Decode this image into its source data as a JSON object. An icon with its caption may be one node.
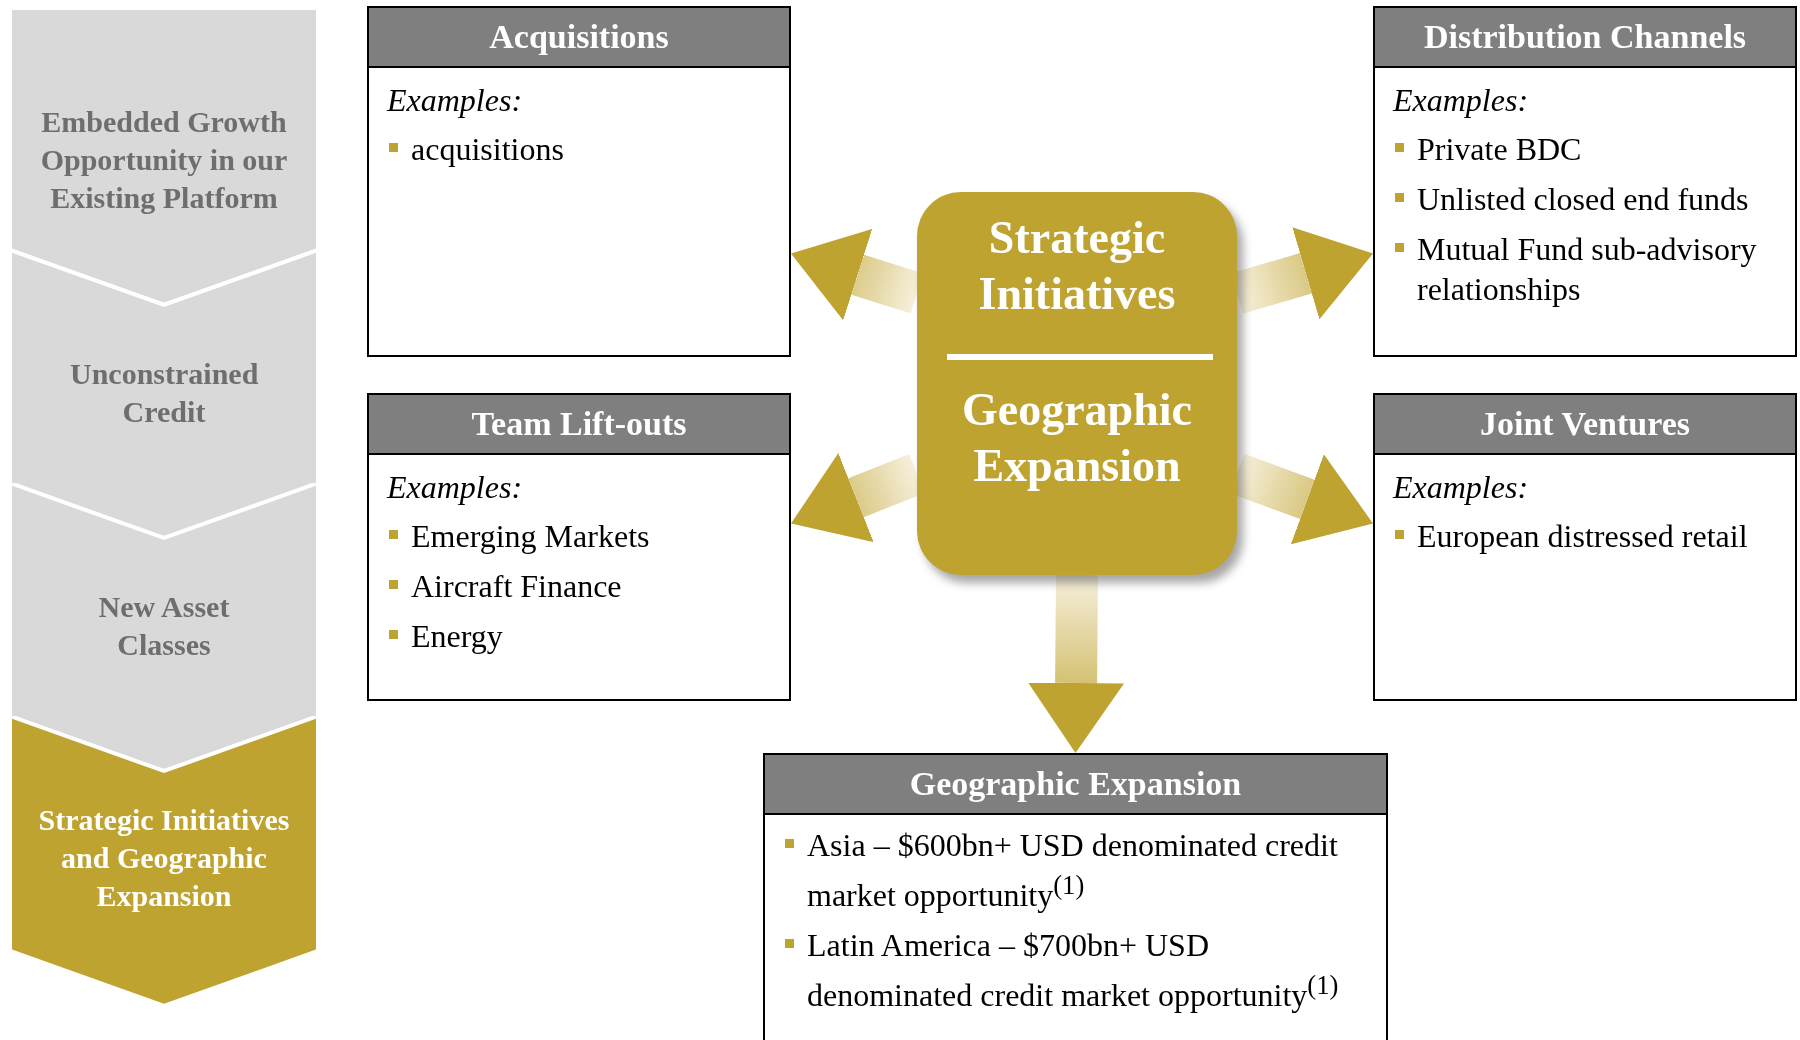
{
  "diagram": {
    "nodes": [
      {
        "text": [
          "Embedded Growth Opportunity in our Existing Platform"
        ]
      },
      {
        "text": [
          "Unconstrained Credit"
        ]
      },
      {
        "text": [
          "New Asset Classes"
        ]
      },
      {
        "text": [
          "Strategic Initiatives and Geographic Expansion"
        ]
      },
      {
        "text": [
          "Strategic Initiatives",
          "Geographic Expansion"
        ]
      },
      {
        "text": [
          "Acquisitions",
          "Examples:",
          "acquisitions"
        ]
      },
      {
        "text": [
          "Distribution Channels",
          "Examples:",
          "Private BDC",
          "Unlisted closed end funds",
          "Mutual Fund sub-advisory relationships"
        ]
      },
      {
        "text": [
          "Team Lift-outs",
          "Examples:",
          "Emerging Markets",
          "Aircraft Finance",
          "Energy"
        ]
      },
      {
        "text": [
          "Joint Ventures",
          "Examples:",
          "European distressed retail"
        ]
      },
      {
        "text": [
          "Geographic Expansion",
          "Asia – $600bn+ USD denominated credit market opportunity$^{(1)}$",
          "Latin America – $700bn+ USD denominated credit market opportunity$^{(1)}$"
        ]
      }
    ],
    "edges": [
      {
        "from": 4,
        "to": 5,
        "arrow": "to"
      },
      {
        "from": 4,
        "to": 6,
        "arrow": "to"
      },
      {
        "from": 4,
        "to": 7,
        "arrow": "to"
      },
      {
        "from": 4,
        "to": 8,
        "arrow": "to"
      },
      {
        "from": 4,
        "to": 9,
        "arrow": "to"
      }
    ]
  }
}
